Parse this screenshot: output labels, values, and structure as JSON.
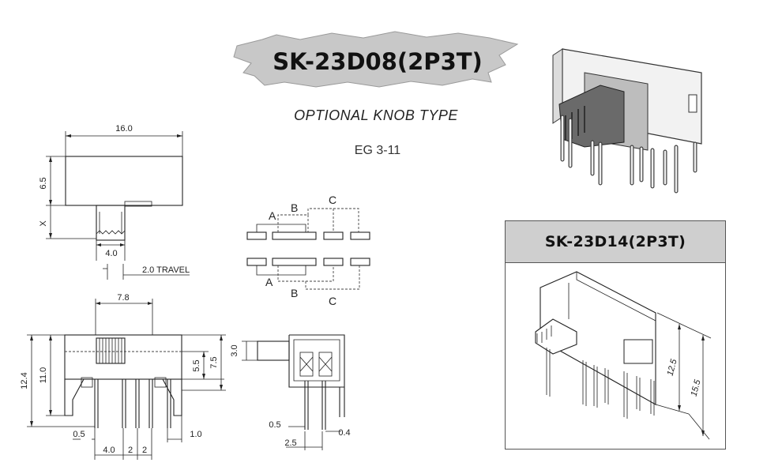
{
  "title": "SK-23D08(2P3T)",
  "subtitle": "OPTIONAL KNOB TYPE",
  "code": "EG 3-11",
  "top_view": {
    "width": "16.0",
    "height": "6.5",
    "x_label": "X",
    "knob": "4.0",
    "travel": "2.0 TRAVEL"
  },
  "switch_diagram": {
    "a": "A",
    "b": "B",
    "c": "C"
  },
  "front_view": {
    "w78": "7.8",
    "h124": "12.4",
    "h110": "11.0",
    "h55": "5.5",
    "h75": "7.5",
    "d05": "0.5",
    "d40": "4.0",
    "d2a": "2",
    "d2b": "2",
    "d10": "1.0"
  },
  "side_view": {
    "h30": "3.0",
    "d05": "0.5",
    "d25": "2.5",
    "d04": "0.4"
  },
  "alt_model": {
    "title": "SK-23D14(2P3T)",
    "h125": "12.5",
    "h155": "15.5"
  },
  "colors": {
    "banner": "#c8c8c8",
    "panel_header": "#cfcfcf",
    "line": "#222222"
  }
}
